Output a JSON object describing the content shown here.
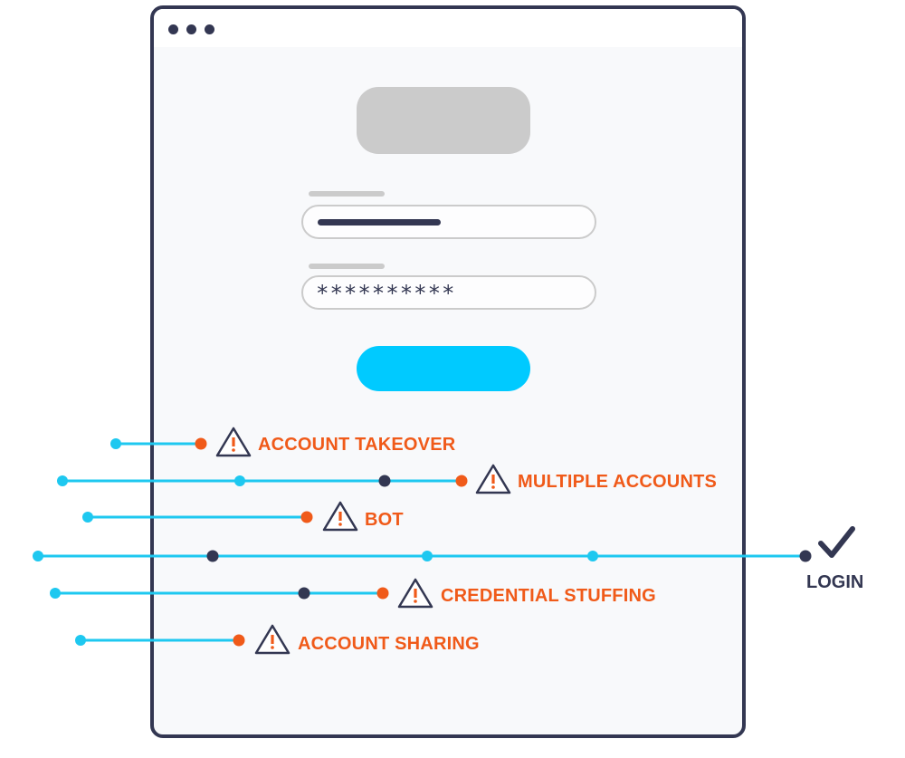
{
  "login_form": {
    "password_mask": "**********"
  },
  "threats": [
    {
      "label": "ACCOUNT TAKEOVER"
    },
    {
      "label": "MULTIPLE ACCOUNTS"
    },
    {
      "label": "BOT"
    },
    {
      "label": "CREDENTIAL STUFFING"
    },
    {
      "label": "ACCOUNT SHARING"
    }
  ],
  "success": {
    "label": "LOGIN"
  },
  "colors": {
    "line": "#1ec8f0",
    "threat": "#f05a19",
    "dark": "#333752",
    "accent_button": "#00caff",
    "placeholder": "#cbcbcb"
  }
}
